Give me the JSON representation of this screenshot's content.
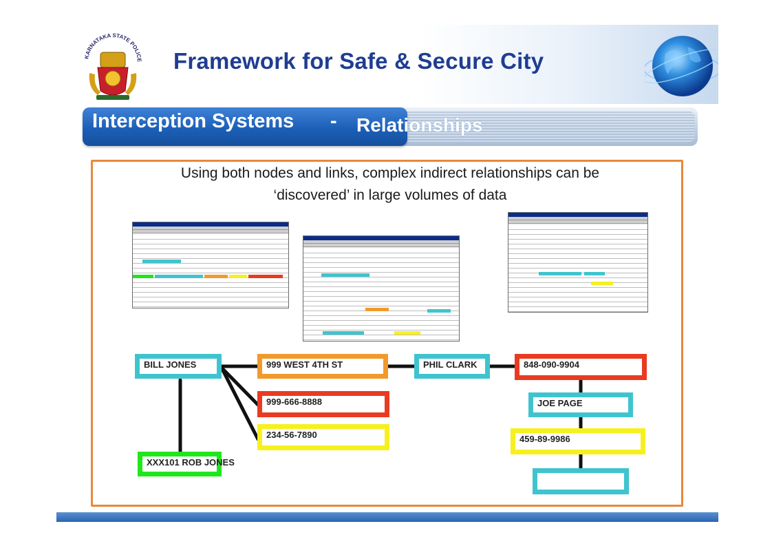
{
  "slide": {
    "title": "Framework for Safe & Secure City",
    "emblem_text": "KARNATAKA STATE POLICE",
    "section": {
      "title": "Interception Systems",
      "separator": "-",
      "subtitle": "Relationships"
    },
    "description": {
      "line1": "Using both nodes and links, complex indirect relationships can be",
      "line2": "‘discovered’ in large volumes of data"
    }
  },
  "diagram": {
    "nodes": [
      {
        "id": "bill",
        "label": "BILL JONES",
        "color": "#3fc4cf"
      },
      {
        "id": "addr",
        "label": "999 WEST 4TH ST",
        "color": "#f19a2b"
      },
      {
        "id": "phil",
        "label": "PHIL CLARK",
        "color": "#3fc4cf"
      },
      {
        "id": "phone1",
        "label": "848-090-9904",
        "color": "#e93b21"
      },
      {
        "id": "phone2",
        "label": "999-666-8888",
        "color": "#e93b21"
      },
      {
        "id": "joe",
        "label": "JOE PAGE",
        "color": "#3fc4cf"
      },
      {
        "id": "ssn",
        "label": "234-56-7890",
        "color": "#f7f01f"
      },
      {
        "id": "num",
        "label": "459-89-9986",
        "color": "#f7f01f"
      },
      {
        "id": "rob",
        "label": "XXX101 ROB JONES",
        "color": "#20e61c"
      },
      {
        "id": "blank",
        "label": "",
        "color": "#3fc4cf"
      }
    ],
    "links": [
      [
        "bill",
        "addr"
      ],
      [
        "addr",
        "phil"
      ],
      [
        "phil",
        "phone1"
      ],
      [
        "bill",
        "phone2"
      ],
      [
        "bill",
        "ssn"
      ],
      [
        "bill",
        "rob"
      ],
      [
        "phone1",
        "joe"
      ],
      [
        "joe",
        "num"
      ],
      [
        "num",
        "blank"
      ]
    ]
  },
  "colors": {
    "title": "#1f3d91",
    "section_tab": "#1c5fb8",
    "content_border": "#e8883a",
    "cyan": "#3fc4cf",
    "orange": "#f19a2b",
    "red": "#e93b21",
    "yellow": "#f7f01f",
    "green": "#20e61c"
  }
}
